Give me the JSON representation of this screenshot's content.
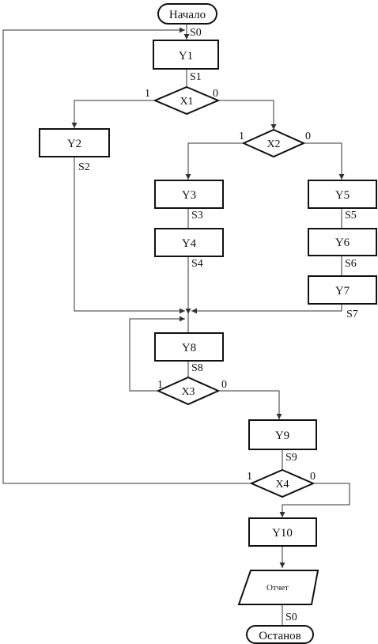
{
  "flowchart": {
    "start": "Начало",
    "end": "Останов",
    "blocks": {
      "y1": "Y1",
      "y2": "Y2",
      "y3": "Y3",
      "y4": "Y4",
      "y5": "Y5",
      "y6": "Y6",
      "y7": "Y7",
      "y8": "Y8",
      "y9": "Y9",
      "y10": "Y10"
    },
    "decisions": {
      "x1": "X1",
      "x2": "X2",
      "x3": "X3",
      "x4": "X4"
    },
    "output": "Отчет",
    "states": {
      "s0_top": "S0",
      "s1": "S1",
      "s2": "S2",
      "s3": "S3",
      "s4": "S4",
      "s5": "S5",
      "s6": "S6",
      "s7": "S7",
      "s8": "S8",
      "s9": "S9",
      "s0_bottom": "S0"
    },
    "branch_labels": {
      "x1_yes": "1",
      "x1_no": "0",
      "x2_yes": "1",
      "x2_no": "0",
      "x3_yes": "1",
      "x3_no": "0",
      "x4_yes": "1",
      "x4_no": "0"
    }
  }
}
